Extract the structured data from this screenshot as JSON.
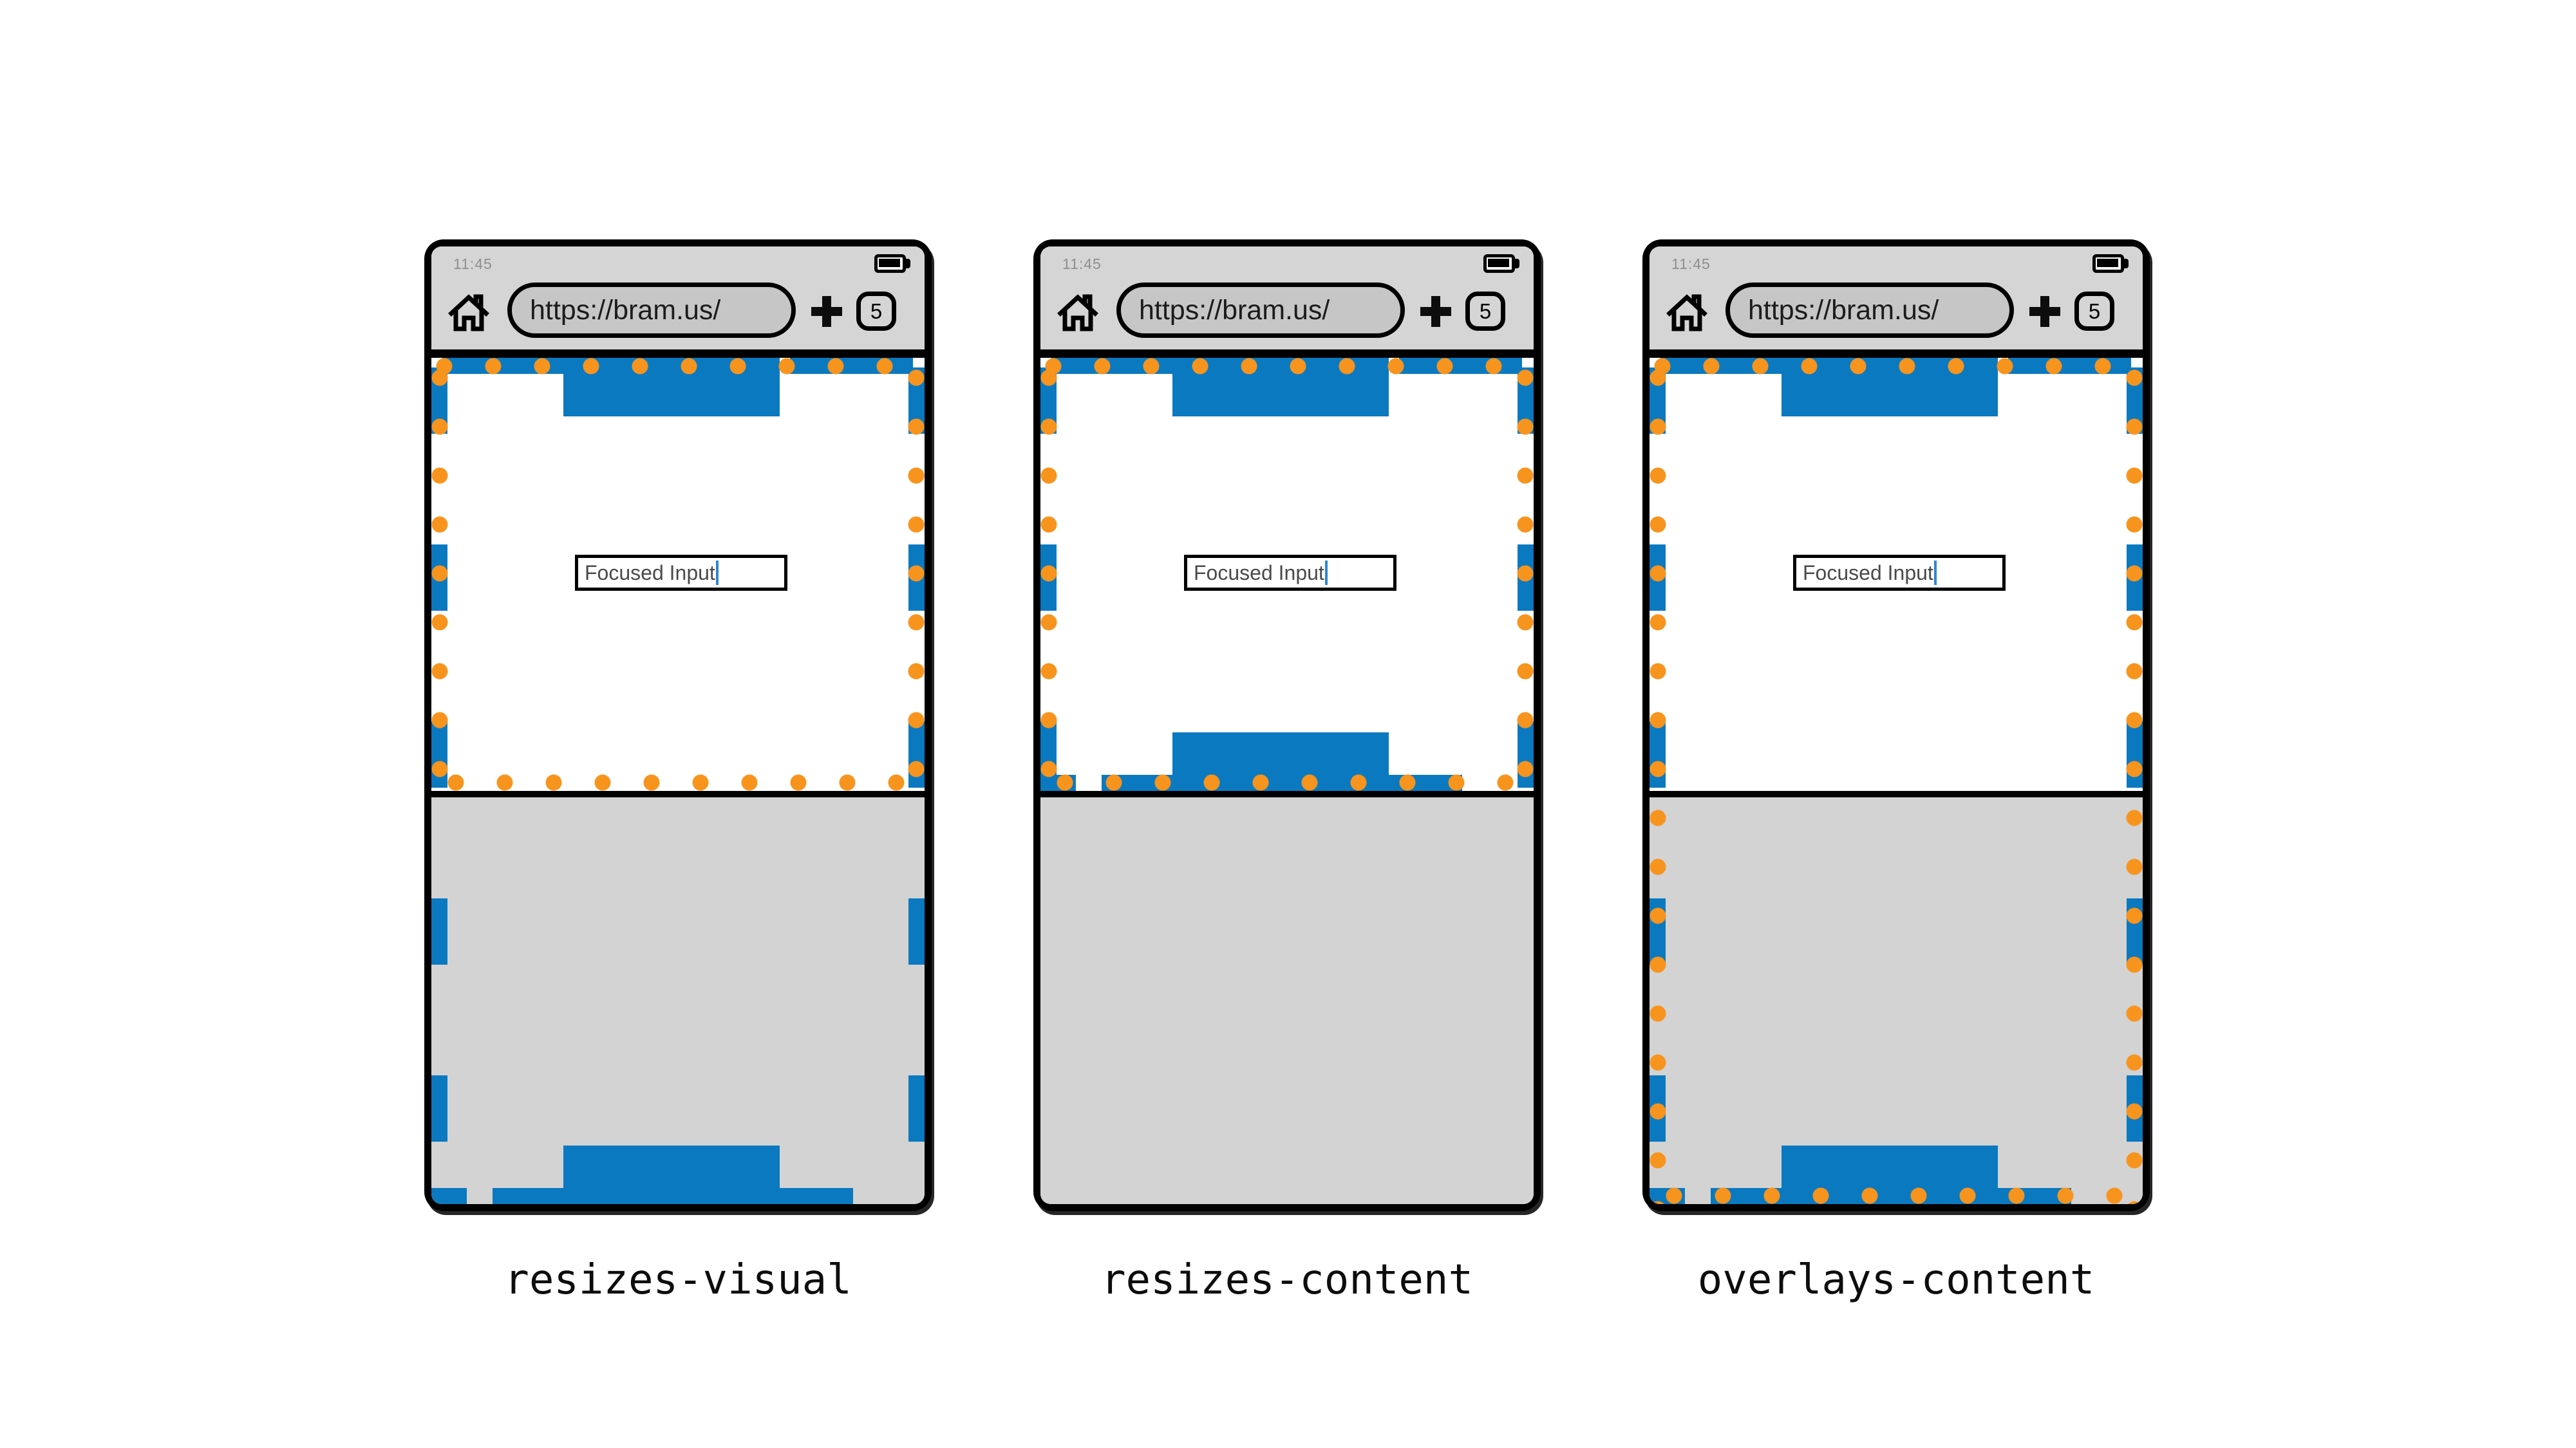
{
  "colors": {
    "layout_viewport_blue": "#0b79bf",
    "visual_viewport_orange": "#f7941d",
    "statusbar_gray": "#d5d5d5",
    "keyboard_gray": "#d3d3d3",
    "url_pill_gray": "#c6c6c6"
  },
  "icons": {
    "home": "home-icon",
    "battery": "battery-icon",
    "new_tab": "plus-icon",
    "text_caret": "text-caret"
  },
  "phones": [
    {
      "variant": "resizes-visual",
      "label": "resizes-visual",
      "status": {
        "time": "11:45"
      },
      "browser": {
        "url": "https://bram.us/",
        "tab_count": "5"
      },
      "page": {
        "input_value": "Focused Input"
      }
    },
    {
      "variant": "resizes-content",
      "label": "resizes-content",
      "status": {
        "time": "11:45"
      },
      "browser": {
        "url": "https://bram.us/",
        "tab_count": "5"
      },
      "page": {
        "input_value": "Focused Input"
      }
    },
    {
      "variant": "overlays-content",
      "label": "overlays-content",
      "status": {
        "time": "11:45"
      },
      "browser": {
        "url": "https://bram.us/",
        "tab_count": "5"
      },
      "page": {
        "input_value": "Focused Input"
      }
    }
  ]
}
